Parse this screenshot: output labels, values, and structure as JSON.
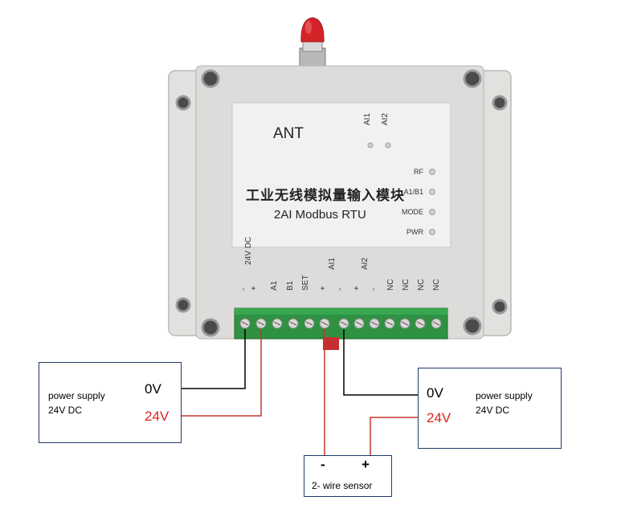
{
  "module": {
    "antenna_label": "ANT",
    "title_cn": "工业无线模拟量输入模块",
    "title_en": "2AI Modbus RTU",
    "ai_top_labels": [
      "AI1",
      "AI2"
    ],
    "leds": [
      "RF",
      "A1/B1",
      "MODE",
      "PWR"
    ],
    "terminal_labels": [
      "24V DC",
      "-",
      "+",
      "A1",
      "B1",
      "SET",
      "+",
      "AI1",
      "-",
      "+",
      "AI2",
      "-",
      "NC",
      "NC",
      "NC",
      "NC"
    ]
  },
  "left_supply": {
    "name": "power supply",
    "spec": "24V DC",
    "zero": "0V",
    "plus": "24V"
  },
  "right_supply": {
    "name": "power supply",
    "spec": "24V DC",
    "zero": "0V",
    "plus": "24V"
  },
  "sensor": {
    "name": "2- wire sensor",
    "minus": "-",
    "plus": "+"
  },
  "colors": {
    "box_border": "#1f3b66",
    "red_wire": "#c0392b",
    "black_wire": "#000000",
    "label_red": "#e02020",
    "terminal_green": "#2e8b3a"
  }
}
